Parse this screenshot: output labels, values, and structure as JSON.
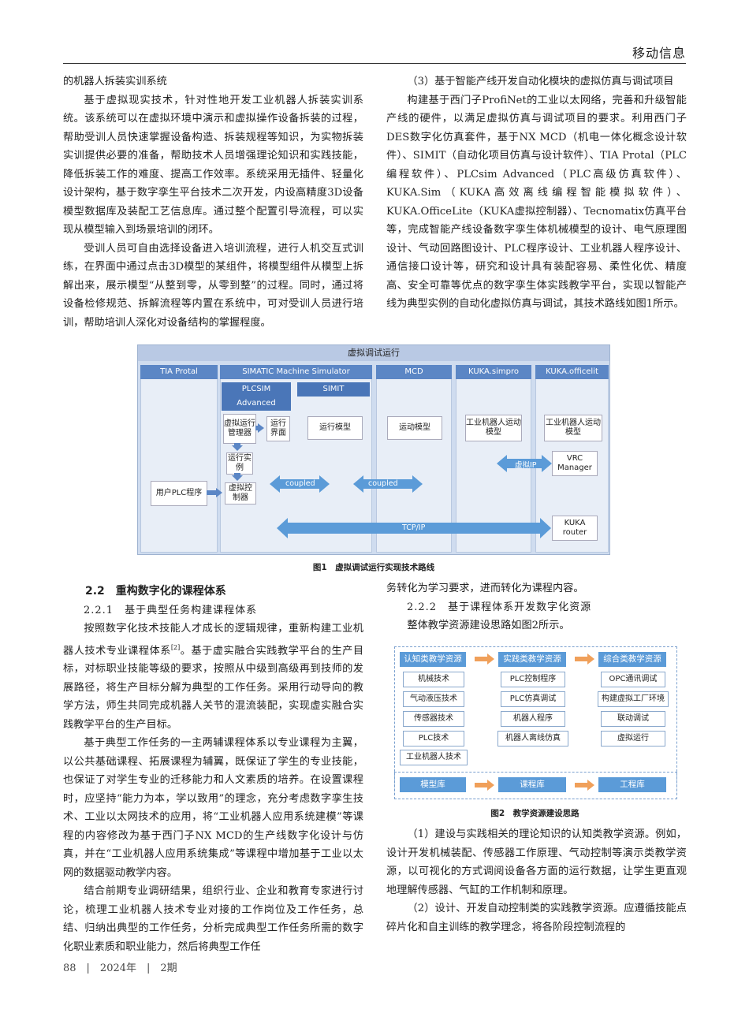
{
  "header": {
    "journal": "移动信息"
  },
  "left_col": {
    "p0": "的机器人拆装实训系统",
    "p1": "基于虚拟现实技术，针对性地开发工业机器人拆装实训系统。该系统可以在虚拟环境中演示和虚拟操作设备拆装的过程，帮助受训人员快速掌握设备构造、拆装规程等知识，为实物拆装实训提供必要的准备，帮助技术人员增强理论知识和实践技能，降低拆装工作的难度、提高工作效率。系统采用无插件、轻量化设计架构，基于数字孪生平台技术二次开发，内设高精度3D设备模型数据库及装配工艺信息库。通过整个配置引导流程，可以实现从模型输入到场景培训的闭环。",
    "p2": "受训人员可自由选择设备进入培训流程，进行人机交互式训练，在界面中通过点击3D模型的某组件，将模型组件从模型上拆解出来，展示模型“从整到零，从零到整”的过程。同时，通过将设备检修规范、拆解流程等内置在系统中，可对受训人员进行培训，帮助培训人深化对设备结构的掌握程度。"
  },
  "right_col": {
    "p0": "（3）基于智能产线开发自动化模块的虚拟仿真与调试项目",
    "p1": "构建基于西门子ProfiNet的工业以太网络，完善和升级智能产线的硬件，以满足虚拟仿真与调试项目的要求。利用西门子DES数字化仿真套件，基于NX MCD（机电一体化概念设计软件）、SIMIT（自动化项目仿真与设计软件）、TIA Protal（PLC编程软件）、PLCsim Advanced（PLC高级仿真软件）、KUKA.Sim（KUKA高效离线编程智能模拟软件）、KUKA.OfficeLite（KUKA虚拟控制器）、Tecnomatix仿真平台等，完成智能产线设备数字孪生体机械模型的设计、电气原理图设计、气动回路图设计、PLC程序设计、工业机器人程序设计、通信接口设计等，研究和设计具有装配容易、柔性化优、精度高、安全可靠等优点的数字孪生体实践教学平台，实现以智能产线为典型实例的自动化虚拟仿真与调试，其技术路线如图1所示。"
  },
  "fig1": {
    "top": "虚拟调试运行",
    "cols": [
      "TIA Protal",
      "SIMATIC Machine Simulator",
      "MCD",
      "KUKA.simpro",
      "KUKA.officelit"
    ],
    "sub": [
      "PLCSIM Advanced",
      "SIMIT"
    ],
    "b_vmgr": "虚拟运行管理器",
    "b_run": "运行界面",
    "b_inst": "运行实例",
    "b_vctl": "虚拟控制器",
    "b_user": "用户PLC程序",
    "b_simit": "运行模型",
    "b_mcd": "运动模型",
    "b_kr1": "工业机器人运动模型",
    "b_kr2": "工业机器人运动模型",
    "b_vrc": "VRC Manager",
    "b_router": "KUKA router",
    "a_coupled1": "coupled",
    "a_coupled2": "coupled",
    "a_vip": "虚拟IP",
    "a_tcp": "TCP/IP",
    "caption": "图1　虚拟调试运行实现技术路线"
  },
  "left2": {
    "h": "2.2　重构数字化的课程体系",
    "s": "2.2.1　基于典型任务构建课程体系",
    "p1a": "按照数字化技术技能人才成长的逻辑规律，重新构建工业机器人技术专业课程体系",
    "cite": "[2]",
    "p1b": "。基于虚实融合实践教学平台的生产目标，对标职业技能等级的要求，按照从中级到高级再到技师的发展路径，将生产目标分解为典型的工作任务。采用行动导向的教学方法，师生共同完成机器人关节的混流装配，实现虚实融合实践教学平台的生产目标。",
    "p2": "基于典型工作任务的一主两辅课程体系以专业课程为主翼，以公共基础课程、拓展课程为辅翼，既保证了学生的专业技能，也保证了对学生专业的迁移能力和人文素质的培养。在设置课程时，应坚持“能力为本，学以致用”的理念，充分考虑数字孪生技术、工业以太网技术的应用，将“工业机器人应用系统建模”等课程的内容修改为基于西门子NX MCD的生产线数字化设计与仿真，并在“工业机器人应用系统集成”等课程中增加基于工业以太网的数据驱动教学内容。",
    "p3": "结合前期专业调研结果，组织行业、企业和教育专家进行讨论，梳理工业机器人技术专业对接的工作岗位及工作任务，总结、归纳出典型的工作任务，分析完成典型工作任务所需的数字化职业素质和职业能力，然后将典型工作任"
  },
  "right2": {
    "p0": "务转化为学习要求，进而转化为课程内容。",
    "s": "2.2.2　基于课程体系开发数字化资源",
    "p1": "整体教学资源建设思路如图2所示。",
    "p2": "（1）建设与实践相关的理论知识的认知类教学资源。例如，设计开发机械装配、传感器工作原理、气动控制等演示类教学资源，以可视化的方式调阅设备各方面的运行数据，让学生更直观地理解传感器、气缸的工作机制和原理。",
    "p3": "（2）设计、开发自动控制类的实践教学资源。应遵循技能点碎片化和自主训练的教学理念，将各阶段控制流程的"
  },
  "fig2": {
    "heads": [
      "认知类教学资源",
      "实践类教学资源",
      "综合类教学资源"
    ],
    "c1": [
      "机械技术",
      "气动液压技术",
      "传感器技术",
      "PLC技术",
      "工业机器人技术"
    ],
    "c2": [
      "PLC控制程序",
      "PLC仿真调试",
      "机器人程序",
      "机器人离线仿真"
    ],
    "c3": [
      "OPC通讯调试",
      "构建虚拟工厂环境",
      "联动调试",
      "虚拟运行"
    ],
    "libs": [
      "模型库",
      "课程库",
      "工程库"
    ],
    "caption": "图2　教学资源建设思路"
  },
  "footer": {
    "text": "88　|　2024年　|　2期"
  },
  "colors": {
    "blue": "#5b86c5",
    "light": "#cfdcef"
  }
}
